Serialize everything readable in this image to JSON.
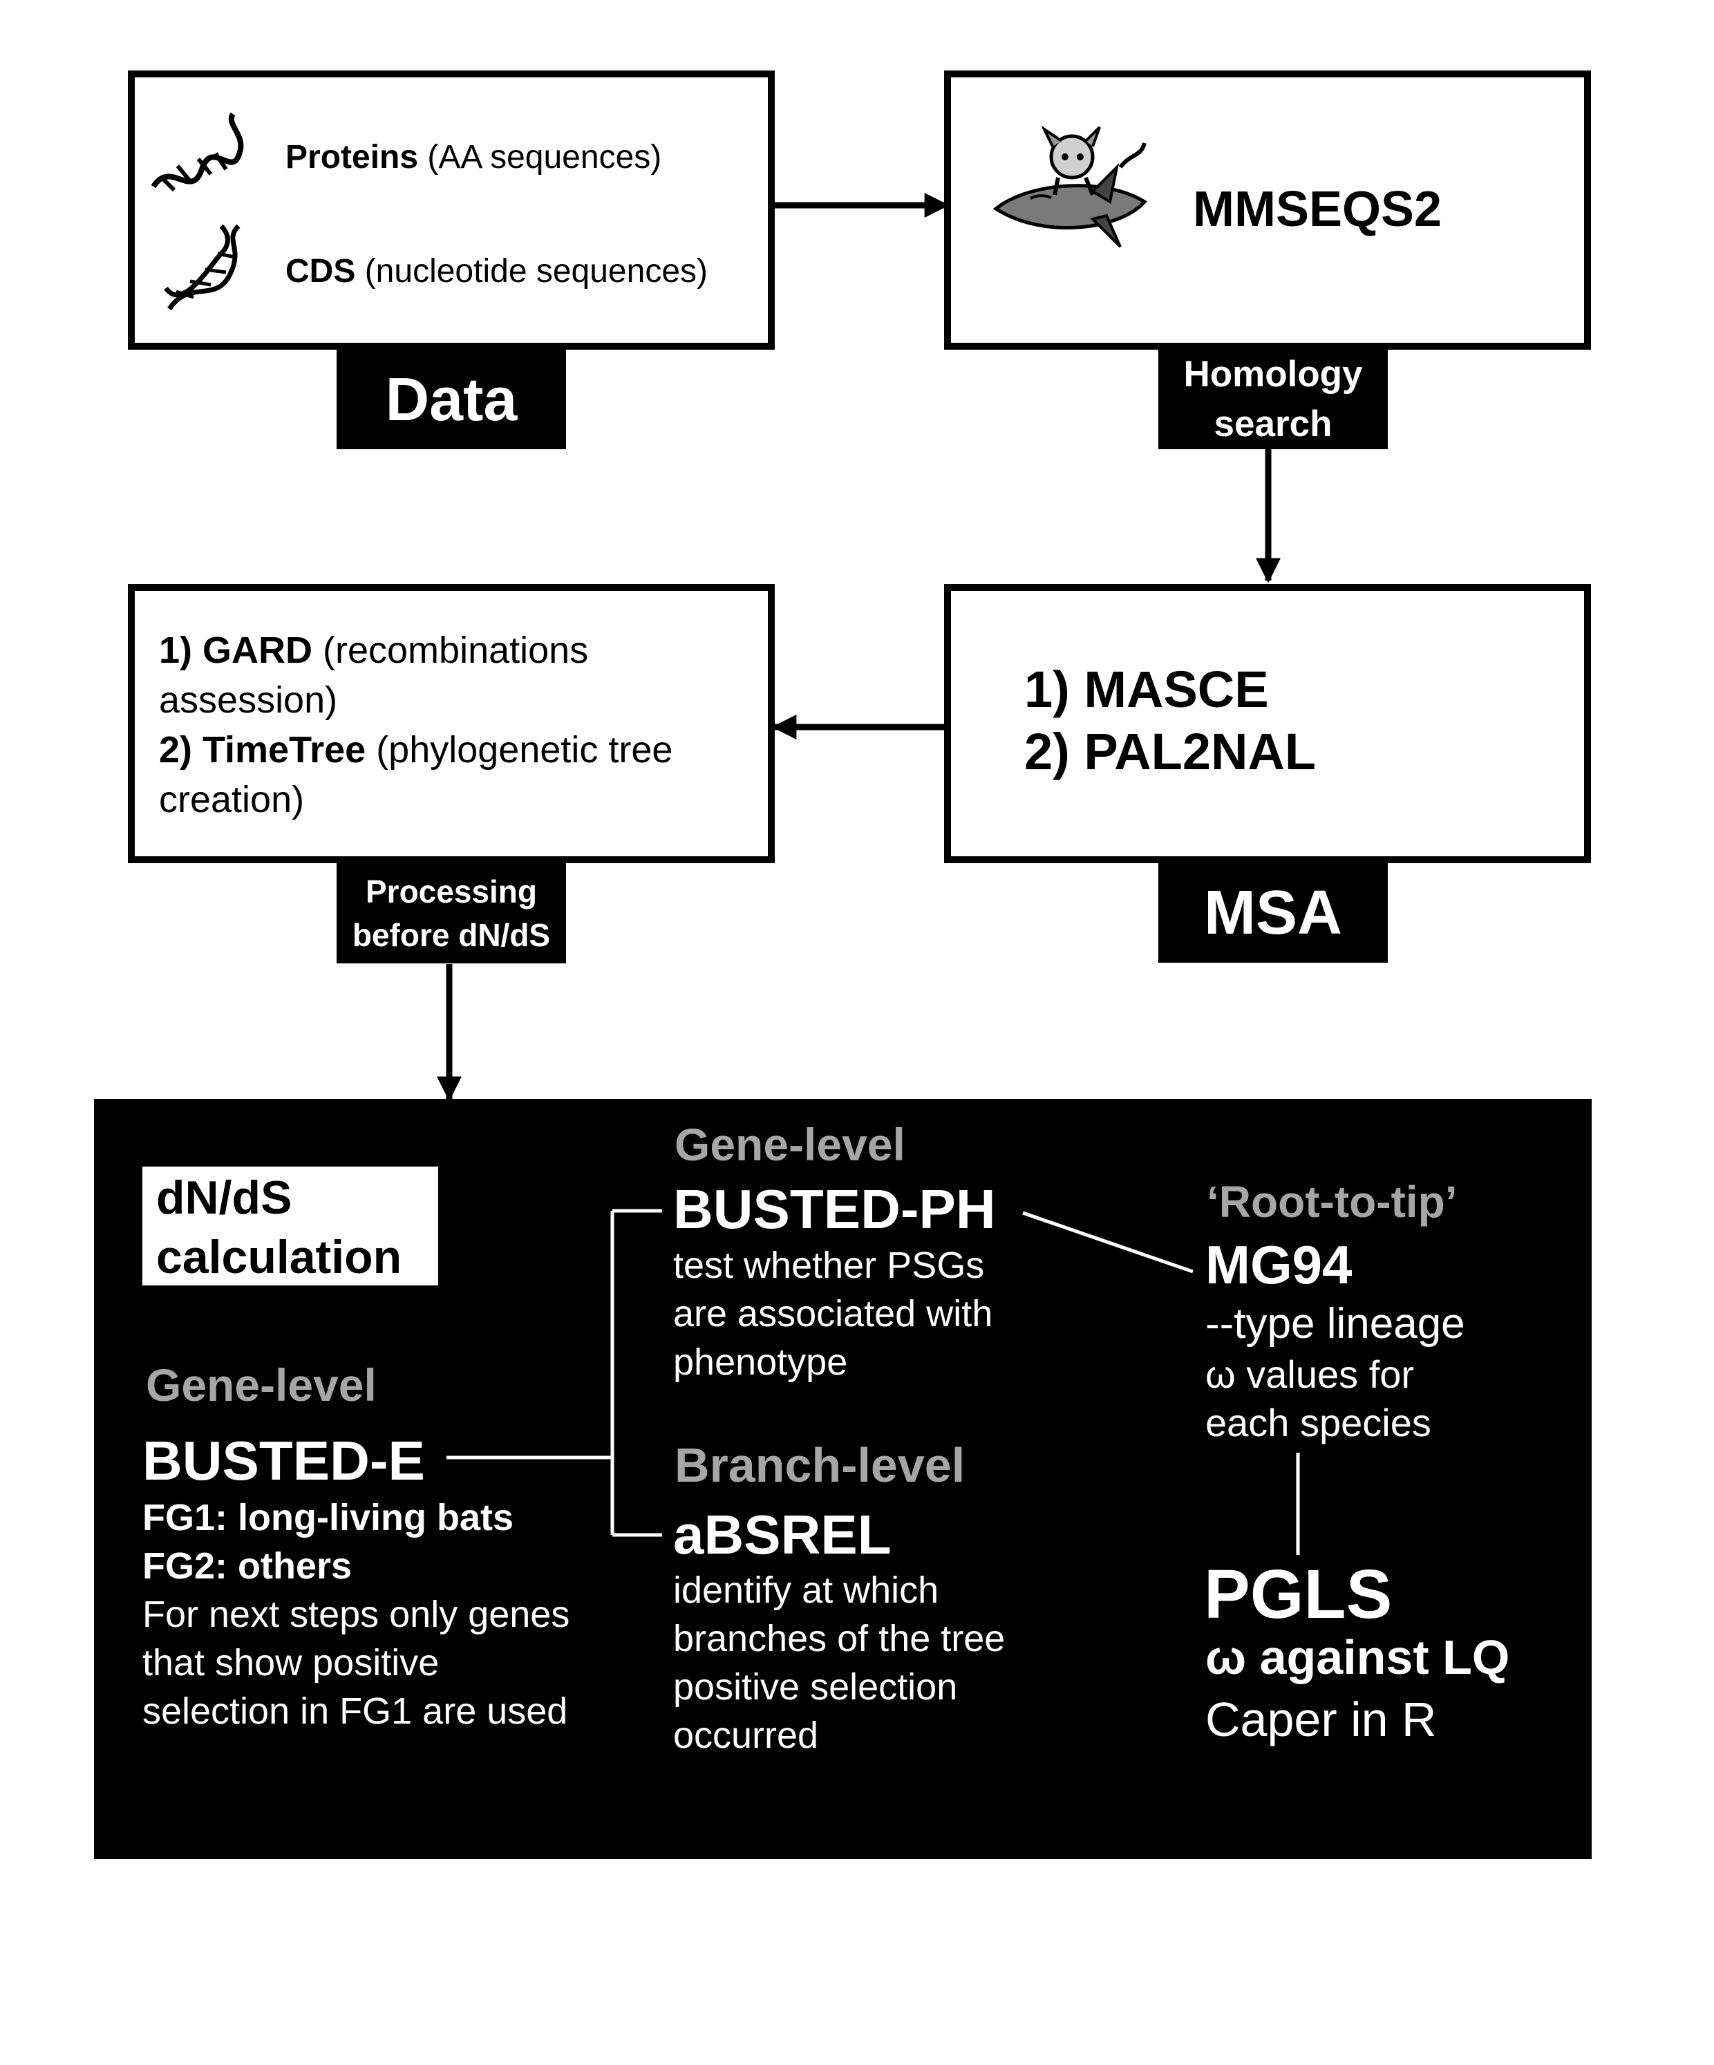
{
  "data_box": {
    "proteins_bold": "Proteins",
    "proteins_rest": "(AA sequences)",
    "cds_bold": "CDS",
    "cds_rest": "(nucleotide sequences)",
    "label": "Data"
  },
  "mmseqs_box": {
    "title": "MMSEQS2",
    "label_line1": "Homology",
    "label_line2": "search"
  },
  "msa_box": {
    "line1": "1) MASCE",
    "line2": "2) PAL2NAL",
    "label": "MSA"
  },
  "processing_box": {
    "gard_num": "1) GARD",
    "gard_rest": "(recombinations",
    "gard_cont": "assession)",
    "timetree_num": "2) TimeTree",
    "timetree_rest": "(phylogenetic tree",
    "timetree_cont": "creation)",
    "label_line1": "Processing",
    "label_line2": "before dN/dS"
  },
  "dnds_panel": {
    "title_line1": "dN/dS",
    "title_line2": "calculation",
    "busted_e": {
      "level": "Gene-level",
      "name": "BUSTED-E",
      "fg1": "FG1: long-living bats",
      "fg2": "FG2: others",
      "desc": [
        "For next steps only genes",
        "that show positive",
        "selection in FG1 are used"
      ]
    },
    "busted_ph": {
      "level": "Gene-level",
      "name": "BUSTED-PH",
      "desc": [
        "test whether PSGs",
        "are associated with",
        "phenotype"
      ]
    },
    "absrel": {
      "level": "Branch-level",
      "name": "aBSREL",
      "desc": [
        "identify at which",
        "branches of the tree",
        "positive selection",
        "occurred"
      ]
    },
    "mg94": {
      "level": "‘Root-to-tip’",
      "name": "MG94",
      "desc": [
        "--type lineage",
        "ω values for",
        "each species"
      ]
    },
    "pgls": {
      "name": "PGLS",
      "sub": "ω against LQ",
      "desc": "Caper in R"
    }
  }
}
